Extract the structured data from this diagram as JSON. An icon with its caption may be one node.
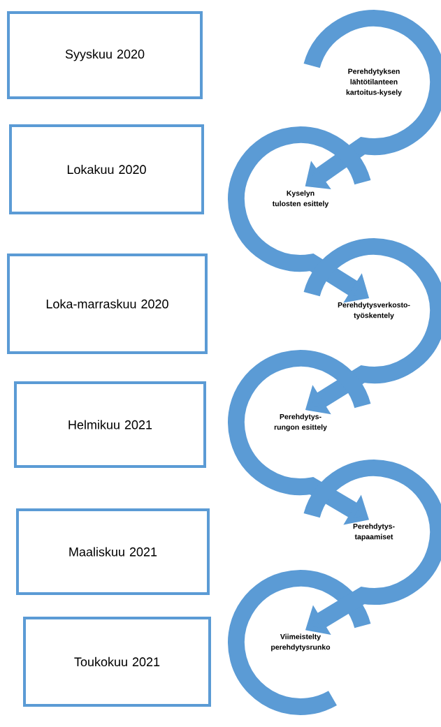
{
  "diagram": {
    "nodes": [
      {
        "text": [
          "Syyskuu 2020"
        ]
      },
      {
        "text": [
          "Lokakuu 2020"
        ]
      },
      {
        "text": [
          "Loka-marraskuu 2020"
        ]
      },
      {
        "text": [
          "Helmikuu 2021"
        ]
      },
      {
        "text": [
          "Maaliskuu 2021"
        ]
      },
      {
        "text": [
          "Toukokuu 2021"
        ]
      },
      {
        "text": [
          "Perehdytyksen lähtötilanteen kartoitus-kysely"
        ]
      },
      {
        "text": [
          "Kyselyn tulosten esittely"
        ]
      },
      {
        "text": [
          "Perehdytysverkosto- työskentely"
        ]
      },
      {
        "text": [
          "Perehdytys- rungon esittely"
        ]
      },
      {
        "text": [
          "Perehdytys- tapaamiset"
        ]
      },
      {
        "text": [
          "Viimeistelty perehdytysrunko"
        ]
      }
    ],
    "edges": [
      {
        "from": 6,
        "to": 7,
        "arrow": "to"
      },
      {
        "from": 7,
        "to": 8,
        "arrow": "to"
      },
      {
        "from": 8,
        "to": 9,
        "arrow": "to"
      },
      {
        "from": 9,
        "to": 10,
        "arrow": "to"
      },
      {
        "from": 10,
        "to": 11,
        "arrow": "to"
      }
    ]
  }
}
